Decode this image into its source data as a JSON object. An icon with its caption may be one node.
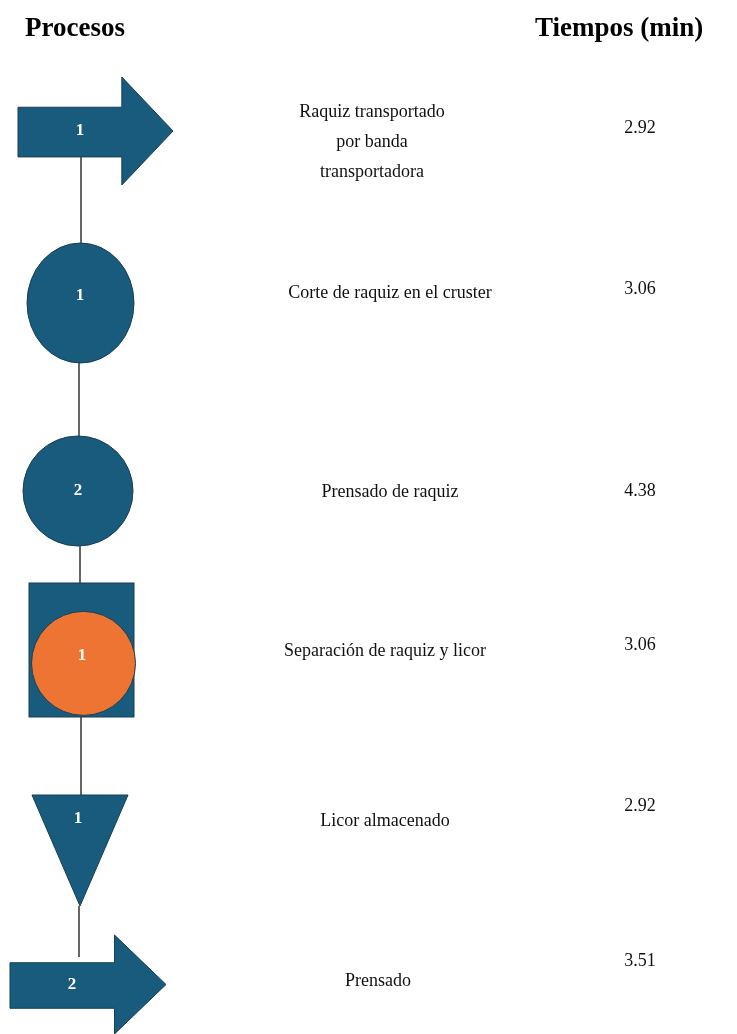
{
  "diagram": {
    "nodes": [
      {
        "text": [
          "1"
        ]
      },
      {
        "text": [
          "1"
        ]
      },
      {
        "text": [
          "2"
        ]
      },
      {
        "text": [
          "1"
        ]
      },
      {
        "text": [
          "1"
        ]
      },
      {
        "text": [
          "2"
        ]
      }
    ],
    "edges": [
      {
        "from": 0,
        "to": 1,
        "arrow": "none"
      },
      {
        "from": 1,
        "to": 2,
        "arrow": "none"
      },
      {
        "from": 2,
        "to": 3,
        "arrow": "none"
      },
      {
        "from": 3,
        "to": 4,
        "arrow": "none"
      },
      {
        "from": 4,
        "to": 5,
        "arrow": "none"
      }
    ],
    "labels": [
      "Procesos",
      "Tiempos (min)",
      "Raquiz transportado por banda transportadora",
      "2.92",
      "Corte de raquiz en el cruster",
      "3.06",
      "Prensado de raquiz",
      "4.38",
      "Separación de raquiz y licor",
      "3.06",
      "Licor almacenado",
      "2.92",
      "Prensado",
      "3.51"
    ]
  }
}
